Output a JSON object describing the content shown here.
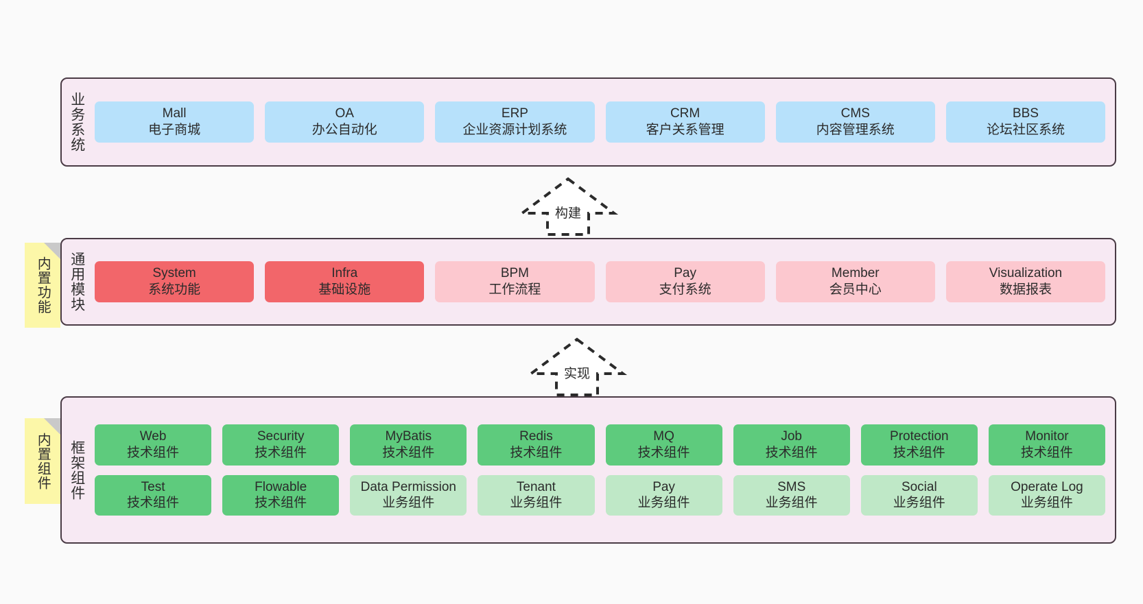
{
  "diagram": {
    "title": "",
    "background": "#fafafa",
    "colors": {
      "layer_fill": "#f7e9f3",
      "layer_border": "#4a3b45",
      "business_card": "#b7e1fb",
      "module_strong": "#f2666a",
      "module_light": "#fcc8cf",
      "tech_component": "#5ecb7d",
      "biz_component": "#bfe8c7",
      "note_fill": "#fcf7a8",
      "note_fold": "#c9c9c9",
      "arrow_stroke": "#2b2b2b"
    }
  },
  "layers": [
    {
      "id": "business-system",
      "title": "业务系统",
      "rows": [
        [
          {
            "name": "Mall",
            "desc": "电子商城",
            "style": "blue"
          },
          {
            "name": "OA",
            "desc": "办公自动化",
            "style": "blue"
          },
          {
            "name": "ERP",
            "desc": "企业资源计划系统",
            "style": "blue"
          },
          {
            "name": "CRM",
            "desc": "客户关系管理",
            "style": "blue"
          },
          {
            "name": "CMS",
            "desc": "内容管理系统",
            "style": "blue"
          },
          {
            "name": "BBS",
            "desc": "论坛社区系统",
            "style": "blue"
          }
        ]
      ]
    },
    {
      "id": "common-module",
      "title": "通用模块",
      "note": "内置功能",
      "rows": [
        [
          {
            "name": "System",
            "desc": "系统功能",
            "style": "red"
          },
          {
            "name": "Infra",
            "desc": "基础设施",
            "style": "red"
          },
          {
            "name": "BPM",
            "desc": "工作流程",
            "style": "pink"
          },
          {
            "name": "Pay",
            "desc": "支付系统",
            "style": "pink"
          },
          {
            "name": "Member",
            "desc": "会员中心",
            "style": "pink"
          },
          {
            "name": "Visualization",
            "desc": "数据报表",
            "style": "pink"
          }
        ]
      ]
    },
    {
      "id": "framework-component",
      "title": "框架组件",
      "note": "内置组件",
      "rows": [
        [
          {
            "name": "Web",
            "desc": "技术组件",
            "style": "green"
          },
          {
            "name": "Security",
            "desc": "技术组件",
            "style": "green"
          },
          {
            "name": "MyBatis",
            "desc": "技术组件",
            "style": "green"
          },
          {
            "name": "Redis",
            "desc": "技术组件",
            "style": "green"
          },
          {
            "name": "MQ",
            "desc": "技术组件",
            "style": "green"
          },
          {
            "name": "Job",
            "desc": "技术组件",
            "style": "green"
          },
          {
            "name": "Protection",
            "desc": "技术组件",
            "style": "green"
          },
          {
            "name": "Monitor",
            "desc": "技术组件",
            "style": "green"
          }
        ],
        [
          {
            "name": "Test",
            "desc": "技术组件",
            "style": "green"
          },
          {
            "name": "Flowable",
            "desc": "技术组件",
            "style": "green"
          },
          {
            "name": "Data Permission",
            "desc": "业务组件",
            "style": "lgreen"
          },
          {
            "name": "Tenant",
            "desc": "业务组件",
            "style": "lgreen"
          },
          {
            "name": "Pay",
            "desc": "业务组件",
            "style": "lgreen"
          },
          {
            "name": "SMS",
            "desc": "业务组件",
            "style": "lgreen"
          },
          {
            "name": "Social",
            "desc": "业务组件",
            "style": "lgreen"
          },
          {
            "name": "Operate Log",
            "desc": "业务组件",
            "style": "lgreen"
          }
        ]
      ]
    }
  ],
  "connectors": [
    {
      "id": "build",
      "label": "构建",
      "from": "common-module",
      "to": "business-system"
    },
    {
      "id": "implement",
      "label": "实现",
      "from": "framework-component",
      "to": "common-module"
    }
  ]
}
